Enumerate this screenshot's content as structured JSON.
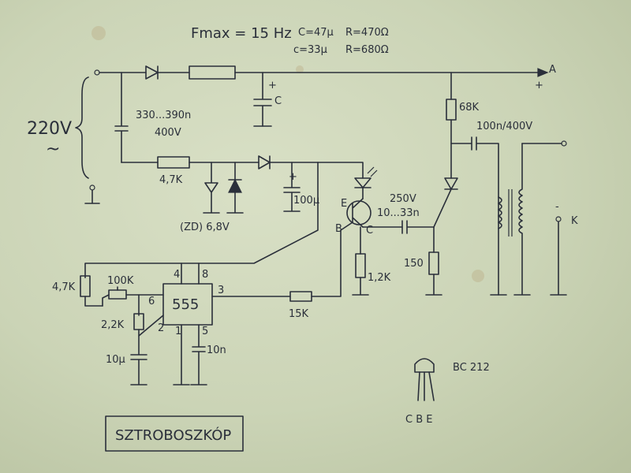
{
  "header": {
    "fmax": "Fmax = 15 Hz",
    "cap_a": "C=47µ",
    "res_a": "R=470Ω",
    "cap_b": "c=33µ",
    "res_b": "R=680Ω"
  },
  "input": {
    "voltage": "220V",
    "ac_symbol": "~"
  },
  "components": {
    "c_main": "C",
    "c_plus": "+",
    "c_series": "330...390n",
    "c_series_v": "400V",
    "r_47k": "4,7K",
    "zener": "(ZD) 6,8V",
    "c_100u": "100µ",
    "r_68k": "68K",
    "c_100n": "100n/400V",
    "c_250v": "250V",
    "c_10_33n": "10...33n",
    "r_150": "150",
    "r_1k2": "1,2K",
    "r_15k": "15K",
    "r_47k_b": "4,7K",
    "r_100k": "100K",
    "r_2k2": "2,2K",
    "c_10u": "10µ",
    "c_10n": "10n",
    "ic": "555",
    "pin4": "4",
    "pin8": "8",
    "pin3": "3",
    "pin2": "2",
    "pin6": "6",
    "pin1": "1",
    "pin5": "5",
    "tr_e": "E",
    "tr_b": "B",
    "tr_c": "C"
  },
  "terminals": {
    "a": "A",
    "a_plus": "+",
    "k": "K",
    "k_minus": "-"
  },
  "transistor": {
    "model": "BC 212",
    "pins": "C  B  E"
  },
  "title": "SZTROBOSZKÓP"
}
